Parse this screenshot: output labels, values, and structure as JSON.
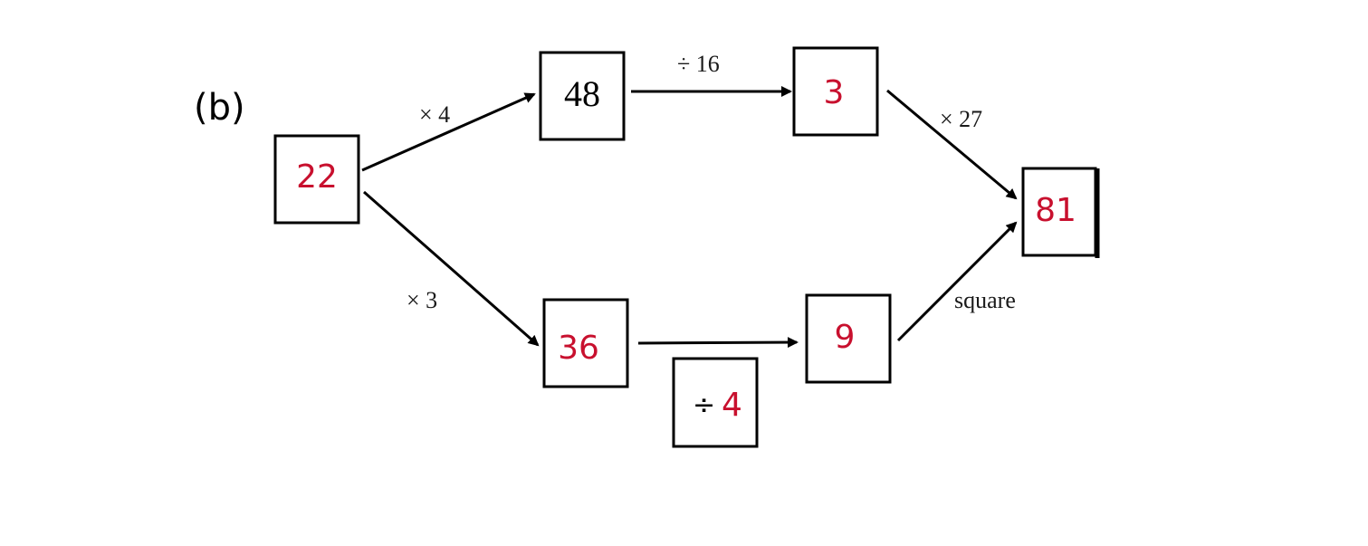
{
  "part_label": "(b)",
  "nodes": {
    "start": {
      "value": "22",
      "color": "#c8102e"
    },
    "top_middle": {
      "value": "48",
      "color": "#000000"
    },
    "top_right": {
      "value": "3",
      "color": "#c8102e"
    },
    "end": {
      "value": "81",
      "color": "#c8102e"
    },
    "bottom_middle": {
      "value": "36",
      "color": "#c8102e"
    },
    "bottom_right": {
      "value": "9",
      "color": "#c8102e"
    }
  },
  "operations": {
    "start_to_top": "× 4",
    "top_middle_to_right": "÷ 16",
    "top_right_to_end": "× 27",
    "start_to_bottom": "× 3",
    "bottom_middle_to_right": {
      "symbol": "÷",
      "number": "4"
    },
    "bottom_right_to_end": "square"
  }
}
